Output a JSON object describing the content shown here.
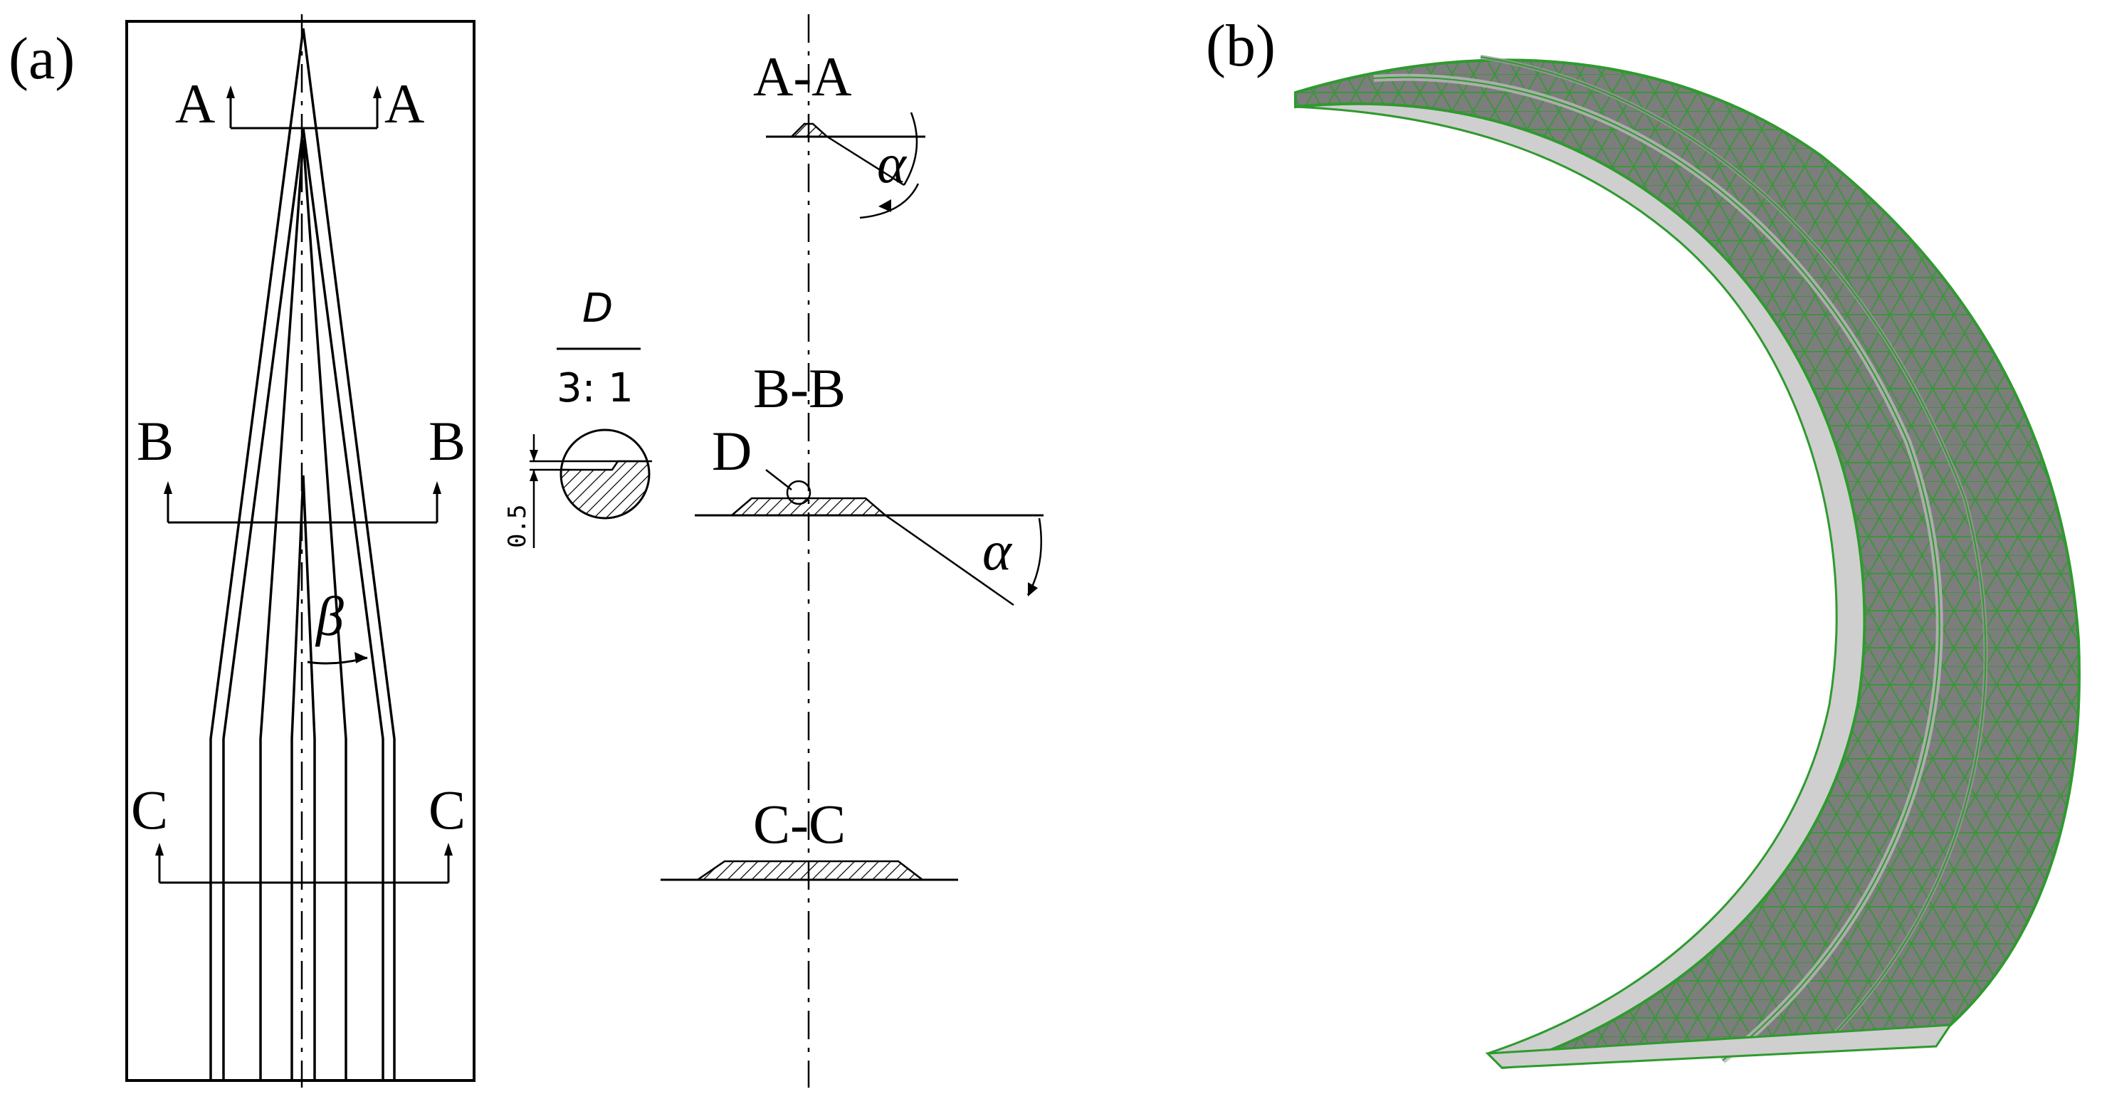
{
  "panel_a": {
    "label": "(a)",
    "sections": {
      "a_left": "A",
      "a_right": "A",
      "b_left": "B",
      "b_right": "B",
      "c_left": "C",
      "c_right": "C"
    },
    "beta": "β",
    "view_aa": "A-A",
    "view_bb": "B-B",
    "view_cc": "C-C",
    "alpha": "α",
    "detail_letter": "D",
    "detail_tag": "D",
    "detail_scale": "3: 1",
    "dimension": "0.5"
  },
  "panel_b": {
    "label": "(b)",
    "colors": {
      "fill": "#7d7d7d",
      "edge": "#b9b9b9",
      "mesh": "#2f9a2f"
    }
  }
}
